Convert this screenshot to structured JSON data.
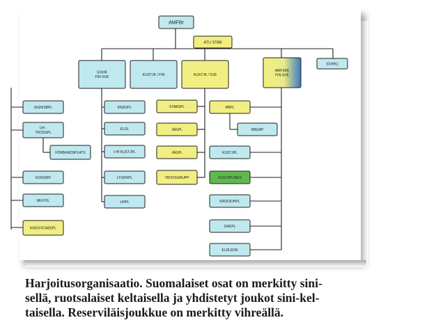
{
  "colors": {
    "finnish": "#bfe9ef",
    "swedish": "#f2ef82",
    "reserve": "#5fb94f",
    "line": "#1f1f1f"
  },
  "nodes": [
    {
      "id": "amfbr",
      "label": "AMFBr",
      "color": "finnish"
    },
    {
      "id": "atu-stab",
      "label": "ATU STAB",
      "color": "swedish"
    },
    {
      "id": "suhk",
      "label": [
        "S/UHK",
        "FIN-SVE"
      ],
      "color": "finnish"
    },
    {
      "id": "kustjk-fin",
      "label": "KUSTJK / FIN",
      "color": "finnish"
    },
    {
      "id": "kustjk-sve",
      "label": "KUSTJK / SVE",
      "color": "swedish"
    },
    {
      "id": "amfskk",
      "label": [
        "AMFSKK",
        "FIN-SVE"
      ],
      "color": "mixed"
    },
    {
      "id": "grkk",
      "label": "(GrKK)",
      "color": "finnish"
    },
    {
      "id": "sign-sbpl",
      "label": "SIGN/SBPL",
      "color": "finnish"
    },
    {
      "id": "uh-trosspl",
      "label": [
        "UH -",
        "TROSSPL"
      ],
      "color": "finnish"
    },
    {
      "id": "forbandsplats",
      "label": "FÖRBANDSPLATS",
      "color": "finnish"
    },
    {
      "id": "eodgrp",
      "label": "EODGRP",
      "color": "finnish"
    },
    {
      "id": "milpol",
      "label": "MILPOL",
      "color": "finnish"
    },
    {
      "id": "kndo-stabspl",
      "label": "KNDO/STABSPL",
      "color": "swedish"
    },
    {
      "id": "kndopl",
      "label": "KNDOPL",
      "color": "finnish"
    },
    {
      "id": "eldl",
      "label": "ELDL",
      "color": "finnish"
    },
    {
      "id": "i-hi-kustjpl",
      "label": "I-HI KUSTJPL",
      "color": "finnish"
    },
    {
      "id": "ltgrkpl",
      "label": "LTGRKPL",
      "color": "finnish"
    },
    {
      "id": "uhpl",
      "label": "UHPL",
      "color": "finnish"
    },
    {
      "id": "stabspl",
      "label": "STABSPL",
      "color": "swedish"
    },
    {
      "id": "jagpl-1",
      "label": "JÄGPL",
      "color": "swedish"
    },
    {
      "id": "jagpl-2",
      "label": "JÄGPL",
      "color": "swedish"
    },
    {
      "id": "trossgrupp",
      "label": "TROSSGRUPP",
      "color": "swedish"
    },
    {
      "id": "rbpl",
      "label": "RBPL",
      "color": "swedish"
    },
    {
      "id": "rbgrp",
      "label": "RBGRP",
      "color": "finnish"
    },
    {
      "id": "kustjpl",
      "label": "KUSTJPL",
      "color": "finnish"
    },
    {
      "id": "kustjpl-res",
      "label": "KUSTJPL/RES",
      "color": "reserve"
    },
    {
      "id": "kndo-uhpl",
      "label": "KNDO/UHPL",
      "color": "finnish"
    },
    {
      "id": "grkpl",
      "label": "GRKPL",
      "color": "finnish"
    },
    {
      "id": "eldledn",
      "label": "ELDLEDN",
      "color": "finnish"
    }
  ],
  "caption": [
    "Harjoitusorganisaatio. Suomalaiset osat on merkitty sini-",
    "sellä, ruotsalaiset keltaisella ja yhdistetyt joukot sini-kel-",
    "taisella. Reserviläisjoukkue on merkitty vihreällä."
  ]
}
